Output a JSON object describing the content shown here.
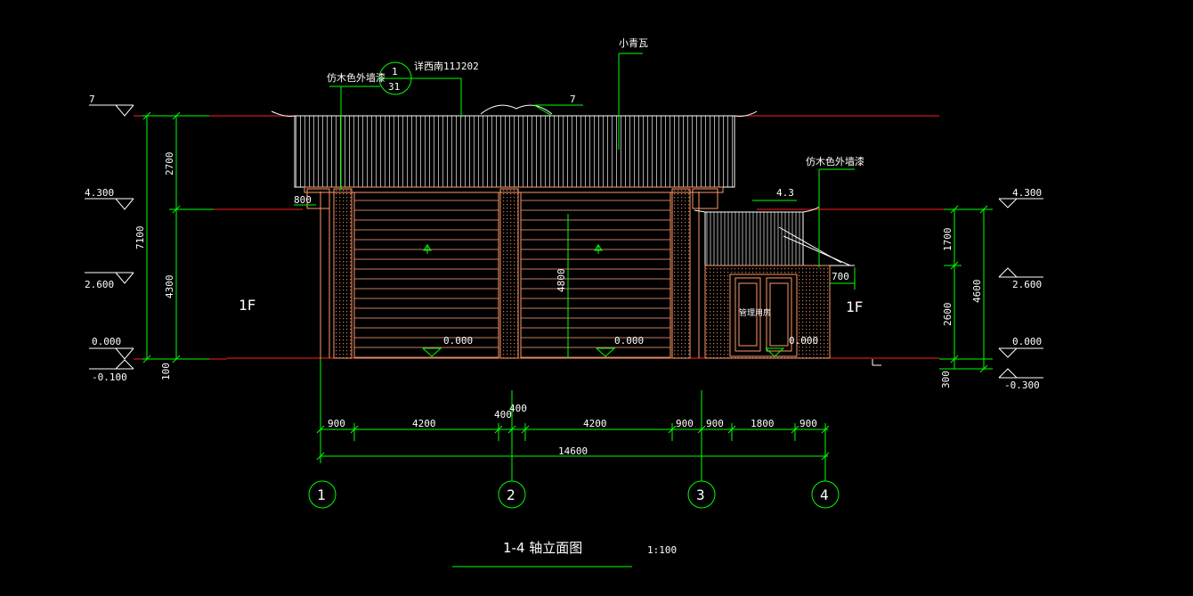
{
  "drawing": {
    "title": "1-4 轴立面图",
    "scale": "1:100"
  },
  "levels_left": {
    "top": "7",
    "eave": "4.300",
    "mid": "2.600",
    "ground": "0.000",
    "below": "-0.100"
  },
  "levels_right": {
    "eave": "4.300",
    "mid": "2.600",
    "ground": "0.000",
    "below": "-0.300"
  },
  "dims_left": {
    "total": "7100",
    "upper": "2700",
    "lower": "4300",
    "base": "100"
  },
  "dims_right": {
    "total": "4600",
    "upper": "1700",
    "lower": "2600",
    "base": "300"
  },
  "dims_bottom": {
    "segments": [
      "900",
      "4200",
      "400",
      "400",
      "4200",
      "900",
      "900",
      "1800",
      "900"
    ],
    "total": "14600"
  },
  "axes": [
    "1",
    "2",
    "3",
    "4"
  ],
  "annotations": {
    "roof_tile": "小青瓦",
    "detail_ref": "详西南11J202",
    "detail_num": "1",
    "detail_sheet": "31",
    "wall_finish_left": "仿木色外墙漆",
    "wall_finish_right": "仿木色外墙漆",
    "level_top_mid": "7",
    "level_annex": "4.3",
    "dim_800": "800",
    "dim_700": "700",
    "door_height": "4800",
    "floor_left": "1F",
    "floor_right": "1F",
    "room_label": "管理用房",
    "floor_level_1": "0.000",
    "floor_level_2": "0.000",
    "floor_level_3": "0.000"
  },
  "colors": {
    "background": "#000000",
    "dimension": "#00ff00",
    "level_line": "#ff0000",
    "wall": "#ff9966",
    "roof": "#ffffff",
    "text": "#ffffff"
  }
}
